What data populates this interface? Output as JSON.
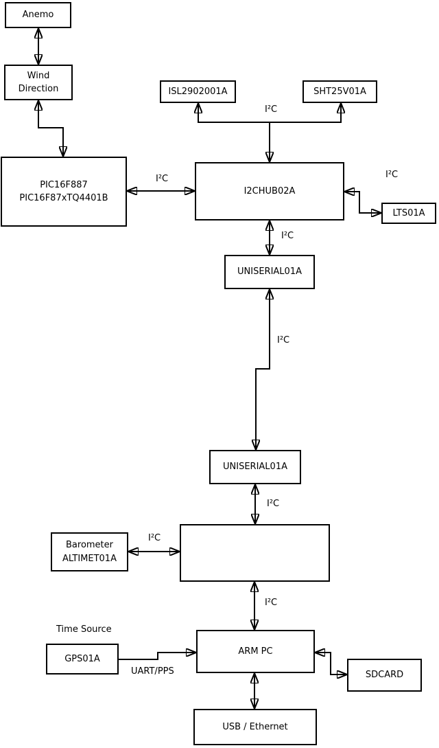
{
  "diagram": {
    "background_color": "#ffffff",
    "line_color": "#000000",
    "i2c_label": "I²C",
    "uart_label": "UART/PPS",
    "time_source_label": "Time Source",
    "boxes": {
      "anemo": "Anemo",
      "wind_direction": "Wind\nDirection",
      "pic": "PIC16F887\nPIC16F87xTQ4401B",
      "isl": "ISL2902001A",
      "sht": "SHT25V01A",
      "hub1": "I2CHUB02A",
      "lts": "LTS01A",
      "uniserial1": "UNISERIAL01A",
      "uniserial2": "UNISERIAL01A",
      "barometer": "Barometer\nALTIMET01A",
      "gps": "GPS01A",
      "arm_pc": "ARM PC",
      "sdcard": "SDCARD",
      "usb_ethernet": "USB / Ethernet"
    }
  }
}
